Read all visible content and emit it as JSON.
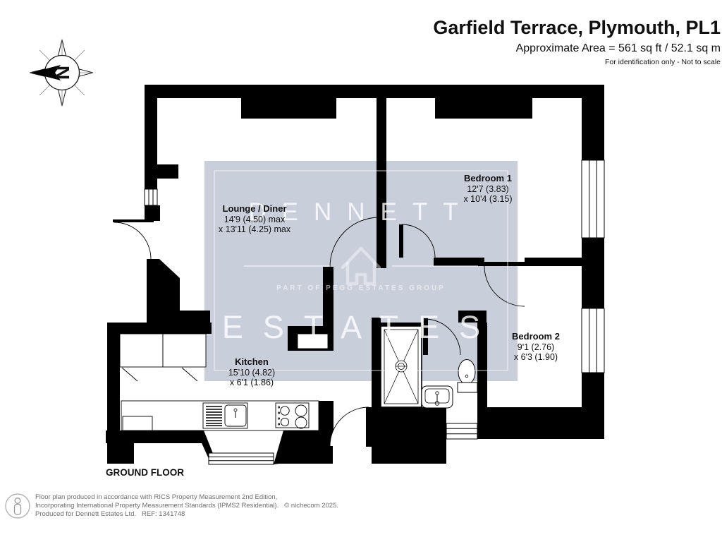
{
  "header": {
    "title": "Garfield Terrace, Plymouth, PL1",
    "area": "Approximate Area = 561 sq ft / 52.1 sq m",
    "disclaimer": "For identification only - Not to scale"
  },
  "compass": {
    "north_label": "N"
  },
  "watermark": {
    "name_top": "DENNETT",
    "name_bottom": "ESTATES",
    "tagline": "PART OF PEGG ESTATES GROUP"
  },
  "rooms": {
    "lounge": {
      "name": "Lounge / Diner",
      "dim1": "14'9 (4.50) max",
      "dim2": "x 13'11 (4.25) max"
    },
    "bedroom1": {
      "name": "Bedroom 1",
      "dim1": "12'7 (3.83)",
      "dim2": "x 10'4 (3.15)"
    },
    "bedroom2": {
      "name": "Bedroom 2",
      "dim1": "9'1 (2.76)",
      "dim2": "x 6'3 (1.90)"
    },
    "kitchen": {
      "name": "Kitchen",
      "dim1": "15'10 (4.82)",
      "dim2": "x 6'1 (1.86)"
    }
  },
  "floor_label": "GROUND FLOOR",
  "footer": {
    "line1": "Floor plan produced in accordance with RICS Property Measurement 2nd Edition,",
    "line2": "Incorporating International Property Measurement Standards (IPMS2 Residential).",
    "copyright": "   © nichecom 2025.",
    "line3": "Produced for Dennett Estates Ltd.   REF: 1341748"
  },
  "colors": {
    "wall": "#000000",
    "watermark_tint": "#c9cedb",
    "watermark_text": "#ffffff",
    "footer_text": "#6e6e6e"
  }
}
